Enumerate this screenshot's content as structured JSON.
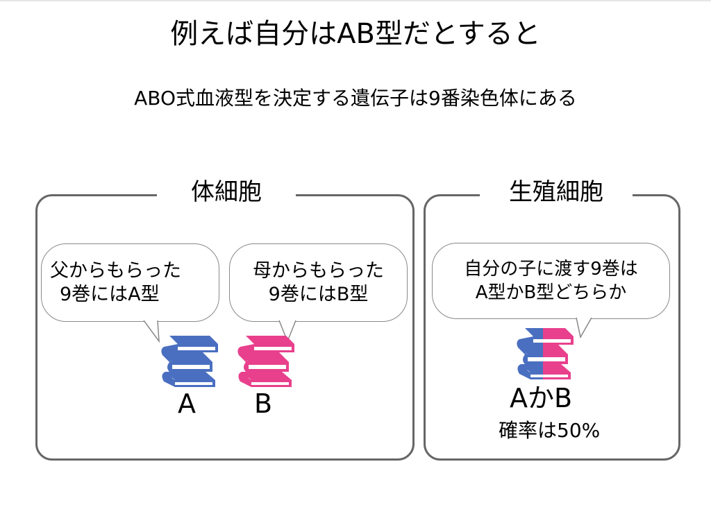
{
  "title": "例えば自分はAB型だとすると",
  "subtitle": "ABO式血液型を決定する遺伝子は9番染色体にある",
  "somatic": {
    "label": "体細胞",
    "father_bubble": [
      "父からもらった",
      "9巻にはA型"
    ],
    "mother_bubble": [
      "母からもらった",
      "9巻にはB型"
    ],
    "book_a_label": "A",
    "book_b_label": "B"
  },
  "germ": {
    "label": "生殖細胞",
    "bubble": [
      "自分の子に渡す9巻は",
      "A型かB型どちらか"
    ],
    "book_label": "AかB",
    "probability": "確率は50%"
  },
  "colors": {
    "blue": "#4a6fc0",
    "pink": "#e8408c",
    "border": "#666666"
  },
  "icons": [
    "book-stack-icon"
  ]
}
